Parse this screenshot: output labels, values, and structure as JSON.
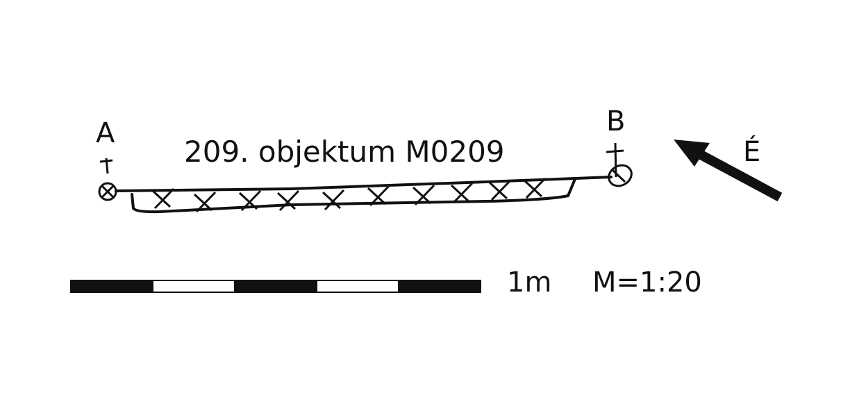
{
  "title": "209. objektum M0209",
  "points": {
    "start": "A",
    "end": "B"
  },
  "north_label": "É",
  "scale": {
    "length_label": "1m",
    "ratio_label": "M=1:20",
    "segments": 5
  },
  "colors": {
    "ink": "#111111",
    "background": "#ffffff"
  }
}
